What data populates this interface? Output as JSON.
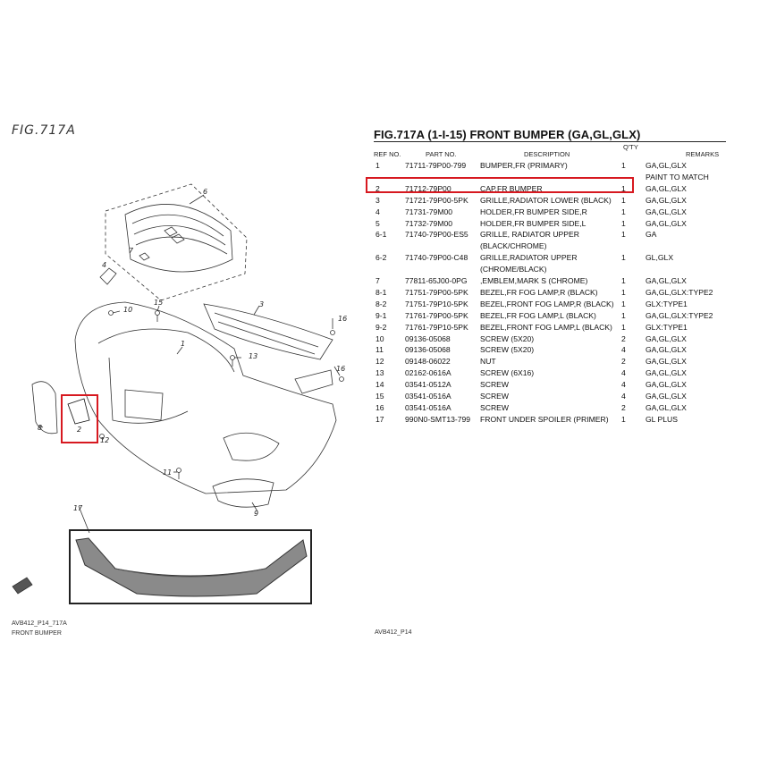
{
  "figure_label": "FIG.717A",
  "title": "FIG.717A (1-I-15) FRONT BUMPER (GA,GL,GLX)",
  "headers": {
    "ref": "REF NO.",
    "part": "PART NO.",
    "desc": "DESCRIPTION",
    "qty_top": "Q'TY",
    "remarks": "REMARKS"
  },
  "rows": [
    {
      "ref": "1",
      "part": "71711-79P00-799",
      "desc": "BUMPER,FR (PRIMARY)",
      "qty": "1",
      "remarks": "GA,GL,GLX"
    },
    {
      "ref": "",
      "part": "",
      "desc": "",
      "qty": "",
      "remarks": "PAINT TO MATCH"
    },
    {
      "ref": "2",
      "part": "71712-79P00",
      "desc": "CAP,FR BUMPER",
      "qty": "1",
      "remarks": "GA,GL,GLX"
    },
    {
      "ref": "3",
      "part": "71721-79P00-5PK",
      "desc": "GRILLE,RADIATOR LOWER (BLACK)",
      "qty": "1",
      "remarks": "GA,GL,GLX"
    },
    {
      "ref": "4",
      "part": "71731-79M00",
      "desc": "HOLDER,FR BUMPER SIDE,R",
      "qty": "1",
      "remarks": "GA,GL,GLX"
    },
    {
      "ref": "5",
      "part": "71732-79M00",
      "desc": "HOLDER,FR BUMPER SIDE,L",
      "qty": "1",
      "remarks": "GA,GL,GLX"
    },
    {
      "ref": "6-1",
      "part": "71740-79P00-ES5",
      "desc": "GRILLE, RADIATOR UPPER",
      "qty": "1",
      "remarks": "GA"
    },
    {
      "ref": "",
      "part": "",
      "desc": "(BLACK/CHROME)",
      "qty": "",
      "remarks": ""
    },
    {
      "ref": "6-2",
      "part": "71740-79P00-C48",
      "desc": "GRILLE,RADIATOR UPPER",
      "qty": "1",
      "remarks": "GL,GLX"
    },
    {
      "ref": "",
      "part": "",
      "desc": "(CHROME/BLACK)",
      "qty": "",
      "remarks": ""
    },
    {
      "ref": "7",
      "part": "77811-65J00-0PG",
      "desc": ",EMBLEM,MARK S (CHROME)",
      "qty": "1",
      "remarks": "GA,GL,GLX"
    },
    {
      "ref": "8-1",
      "part": "71751-79P00-5PK",
      "desc": "BEZEL,FR FOG LAMP,R (BLACK)",
      "qty": "1",
      "remarks": "GA,GL,GLX:TYPE2"
    },
    {
      "ref": "8-2",
      "part": "71751-79P10-5PK",
      "desc": "BEZEL,FRONT FOG LAMP,R (BLACK)",
      "qty": "1",
      "remarks": "GLX:TYPE1"
    },
    {
      "ref": "9-1",
      "part": "71761-79P00-5PK",
      "desc": "BEZEL,FR FOG LAMP,L (BLACK)",
      "qty": "1",
      "remarks": "GA,GL,GLX:TYPE2"
    },
    {
      "ref": "9-2",
      "part": "71761-79P10-5PK",
      "desc": "BEZEL,FRONT FOG LAMP,L (BLACK)",
      "qty": "1",
      "remarks": "GLX:TYPE1"
    },
    {
      "ref": "10",
      "part": "09136-05068",
      "desc": "SCREW (5X20)",
      "qty": "2",
      "remarks": "GA,GL,GLX"
    },
    {
      "ref": "11",
      "part": "09136-05068",
      "desc": "SCREW (5X20)",
      "qty": "4",
      "remarks": "GA,GL,GLX"
    },
    {
      "ref": "12",
      "part": "09148-06022",
      "desc": "NUT",
      "qty": "2",
      "remarks": "GA,GL,GLX"
    },
    {
      "ref": "13",
      "part": "02162-0616A",
      "desc": "SCREW (6X16)",
      "qty": "4",
      "remarks": "GA,GL,GLX"
    },
    {
      "ref": "14",
      "part": "03541-0512A",
      "desc": "SCREW",
      "qty": "4",
      "remarks": "GA,GL,GLX"
    },
    {
      "ref": "15",
      "part": "03541-0516A",
      "desc": "SCREW",
      "qty": "4",
      "remarks": "GA,GL,GLX"
    },
    {
      "ref": "16",
      "part": "03541-0516A",
      "desc": "SCREW",
      "qty": "2",
      "remarks": "GA,GL,GLX"
    },
    {
      "ref": "17",
      "part": "990N0-SMT13-799",
      "desc": "FRONT UNDER SPOILER (PRIMER)",
      "qty": "1",
      "remarks": "GL PLUS"
    }
  ],
  "callouts": {
    "n1": "1",
    "n2": "2",
    "n3": "3",
    "n4": "4",
    "n6": "6",
    "n7": "7",
    "n8": "8",
    "n9": "9",
    "n10": "10",
    "n11": "11",
    "n12": "12",
    "n13": "13",
    "n15": "15",
    "n16": "16",
    "n17": "17"
  },
  "footer": {
    "left_line1": "AVB412_P14_717A",
    "left_line2": "FRONT BUMPER",
    "right": "AVB412_P14"
  },
  "colors": {
    "highlight": "#d71920",
    "ink": "#222222",
    "spoiler_fill": "#8a8a8a"
  }
}
